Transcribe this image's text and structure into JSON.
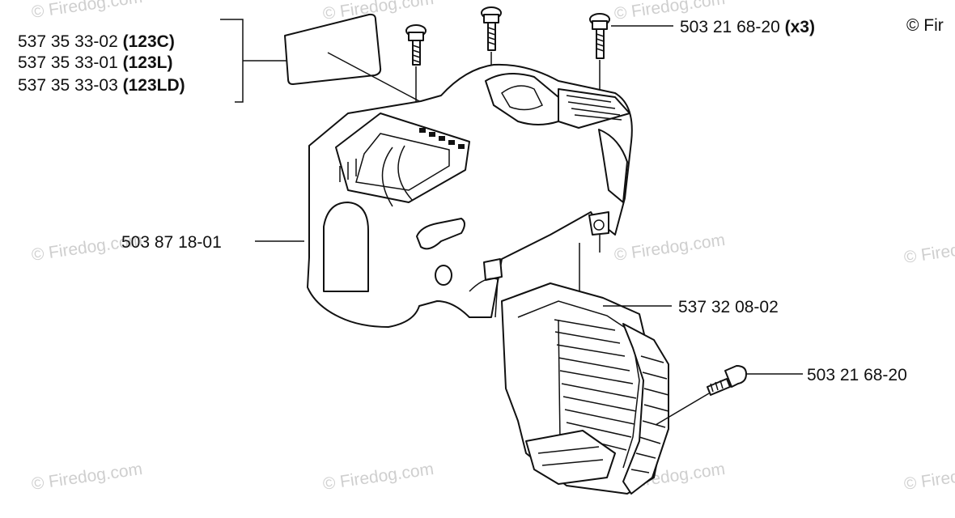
{
  "copyright": "© Fir",
  "watermark": "© Firedog.com",
  "labels": {
    "label_group": {
      "line1": "537 35 33-02",
      "line1_model": "(123C)",
      "line2": "537 35 33-01",
      "line2_model": "(123L)",
      "line3": "537 35 33-03",
      "line3_model": "(123LD)"
    },
    "screw_top": {
      "part": "503 21 68-20",
      "qty": "(x3)"
    },
    "cylinder_cover": {
      "part": "503 87 18-01"
    },
    "cover_plate": {
      "part": "537 32 08-02"
    },
    "screw_single": {
      "part": "503 21 68-20"
    }
  },
  "icons": [
    "label-decal-icon",
    "screw-icon",
    "cylinder-cover-icon",
    "air-guide-plate-icon"
  ]
}
